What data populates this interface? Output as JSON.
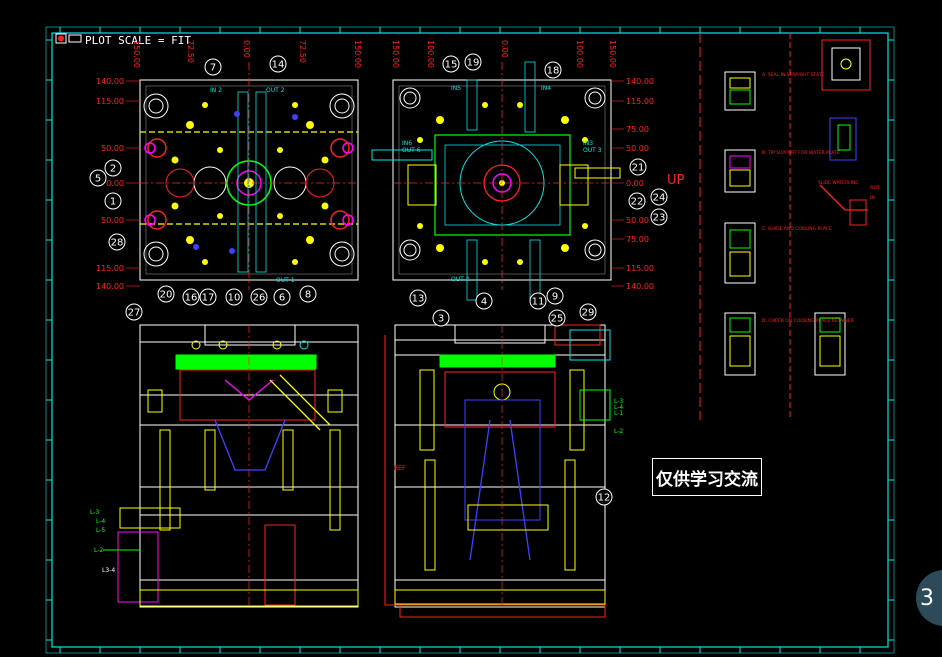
{
  "title_bar": {
    "plot_scale": "PLOT SCALE = FIT"
  },
  "top_left_view": {
    "top_dims": [
      "150.00",
      "72.50",
      "0.00",
      "72.50",
      "150.00"
    ],
    "side_dims": [
      "140.00",
      "115.00",
      "50.00",
      "0.00",
      "50.00",
      "115.00",
      "140.00"
    ],
    "labels": [
      "IN 2",
      "OUT 2",
      "OUT 1"
    ]
  },
  "top_right_view": {
    "top_dims": [
      "150.00",
      "100.00",
      "0.00",
      "100.00",
      "150.00"
    ],
    "side_dims": [
      "140.00",
      "115.00",
      "75.00",
      "50.00",
      "0.00",
      "50.00",
      "75.00",
      "115.00",
      "140.00"
    ],
    "labels": [
      "IN5",
      "IN4",
      "IN6",
      "OUT 6",
      "IN3",
      "OUT 3",
      "OUT 4",
      "UP"
    ]
  },
  "balloons": {
    "left_top": [
      "7",
      "14",
      "2",
      "5",
      "1",
      "28",
      "20",
      "16",
      "17",
      "10",
      "26",
      "6",
      "8"
    ],
    "right_top": [
      "15",
      "19",
      "18",
      "21",
      "24",
      "22",
      "23",
      "9",
      "13",
      "4",
      "11"
    ],
    "bottom": [
      "27",
      "3",
      "25",
      "29",
      "12"
    ]
  },
  "section_labels": {
    "left": [
      "L-3",
      "L-4",
      "L-5",
      "L-2",
      "L3-4"
    ],
    "right": [
      "L-3",
      "L-4",
      "L-1",
      "L-2",
      "REF"
    ]
  },
  "detail_notes": [
    "A. SEAL IN STRAIGHT STATE",
    "B. TIP SUPPORT FOR WATER PLATE",
    "C. GUIDE AND COOLING PLACE",
    "D. CHECK ON COOLING PLACE RETAINER"
  ],
  "slide_note": {
    "title": "SLIDE WATERLINE",
    "out": "OUT",
    "in": "IN"
  },
  "watermark_text": "仅供学习交流",
  "page_badge": "3",
  "colors": {
    "border": "#00e5e5",
    "dimension": "#ff2020",
    "outline": "#ffffff",
    "accent": "#ffff00"
  }
}
